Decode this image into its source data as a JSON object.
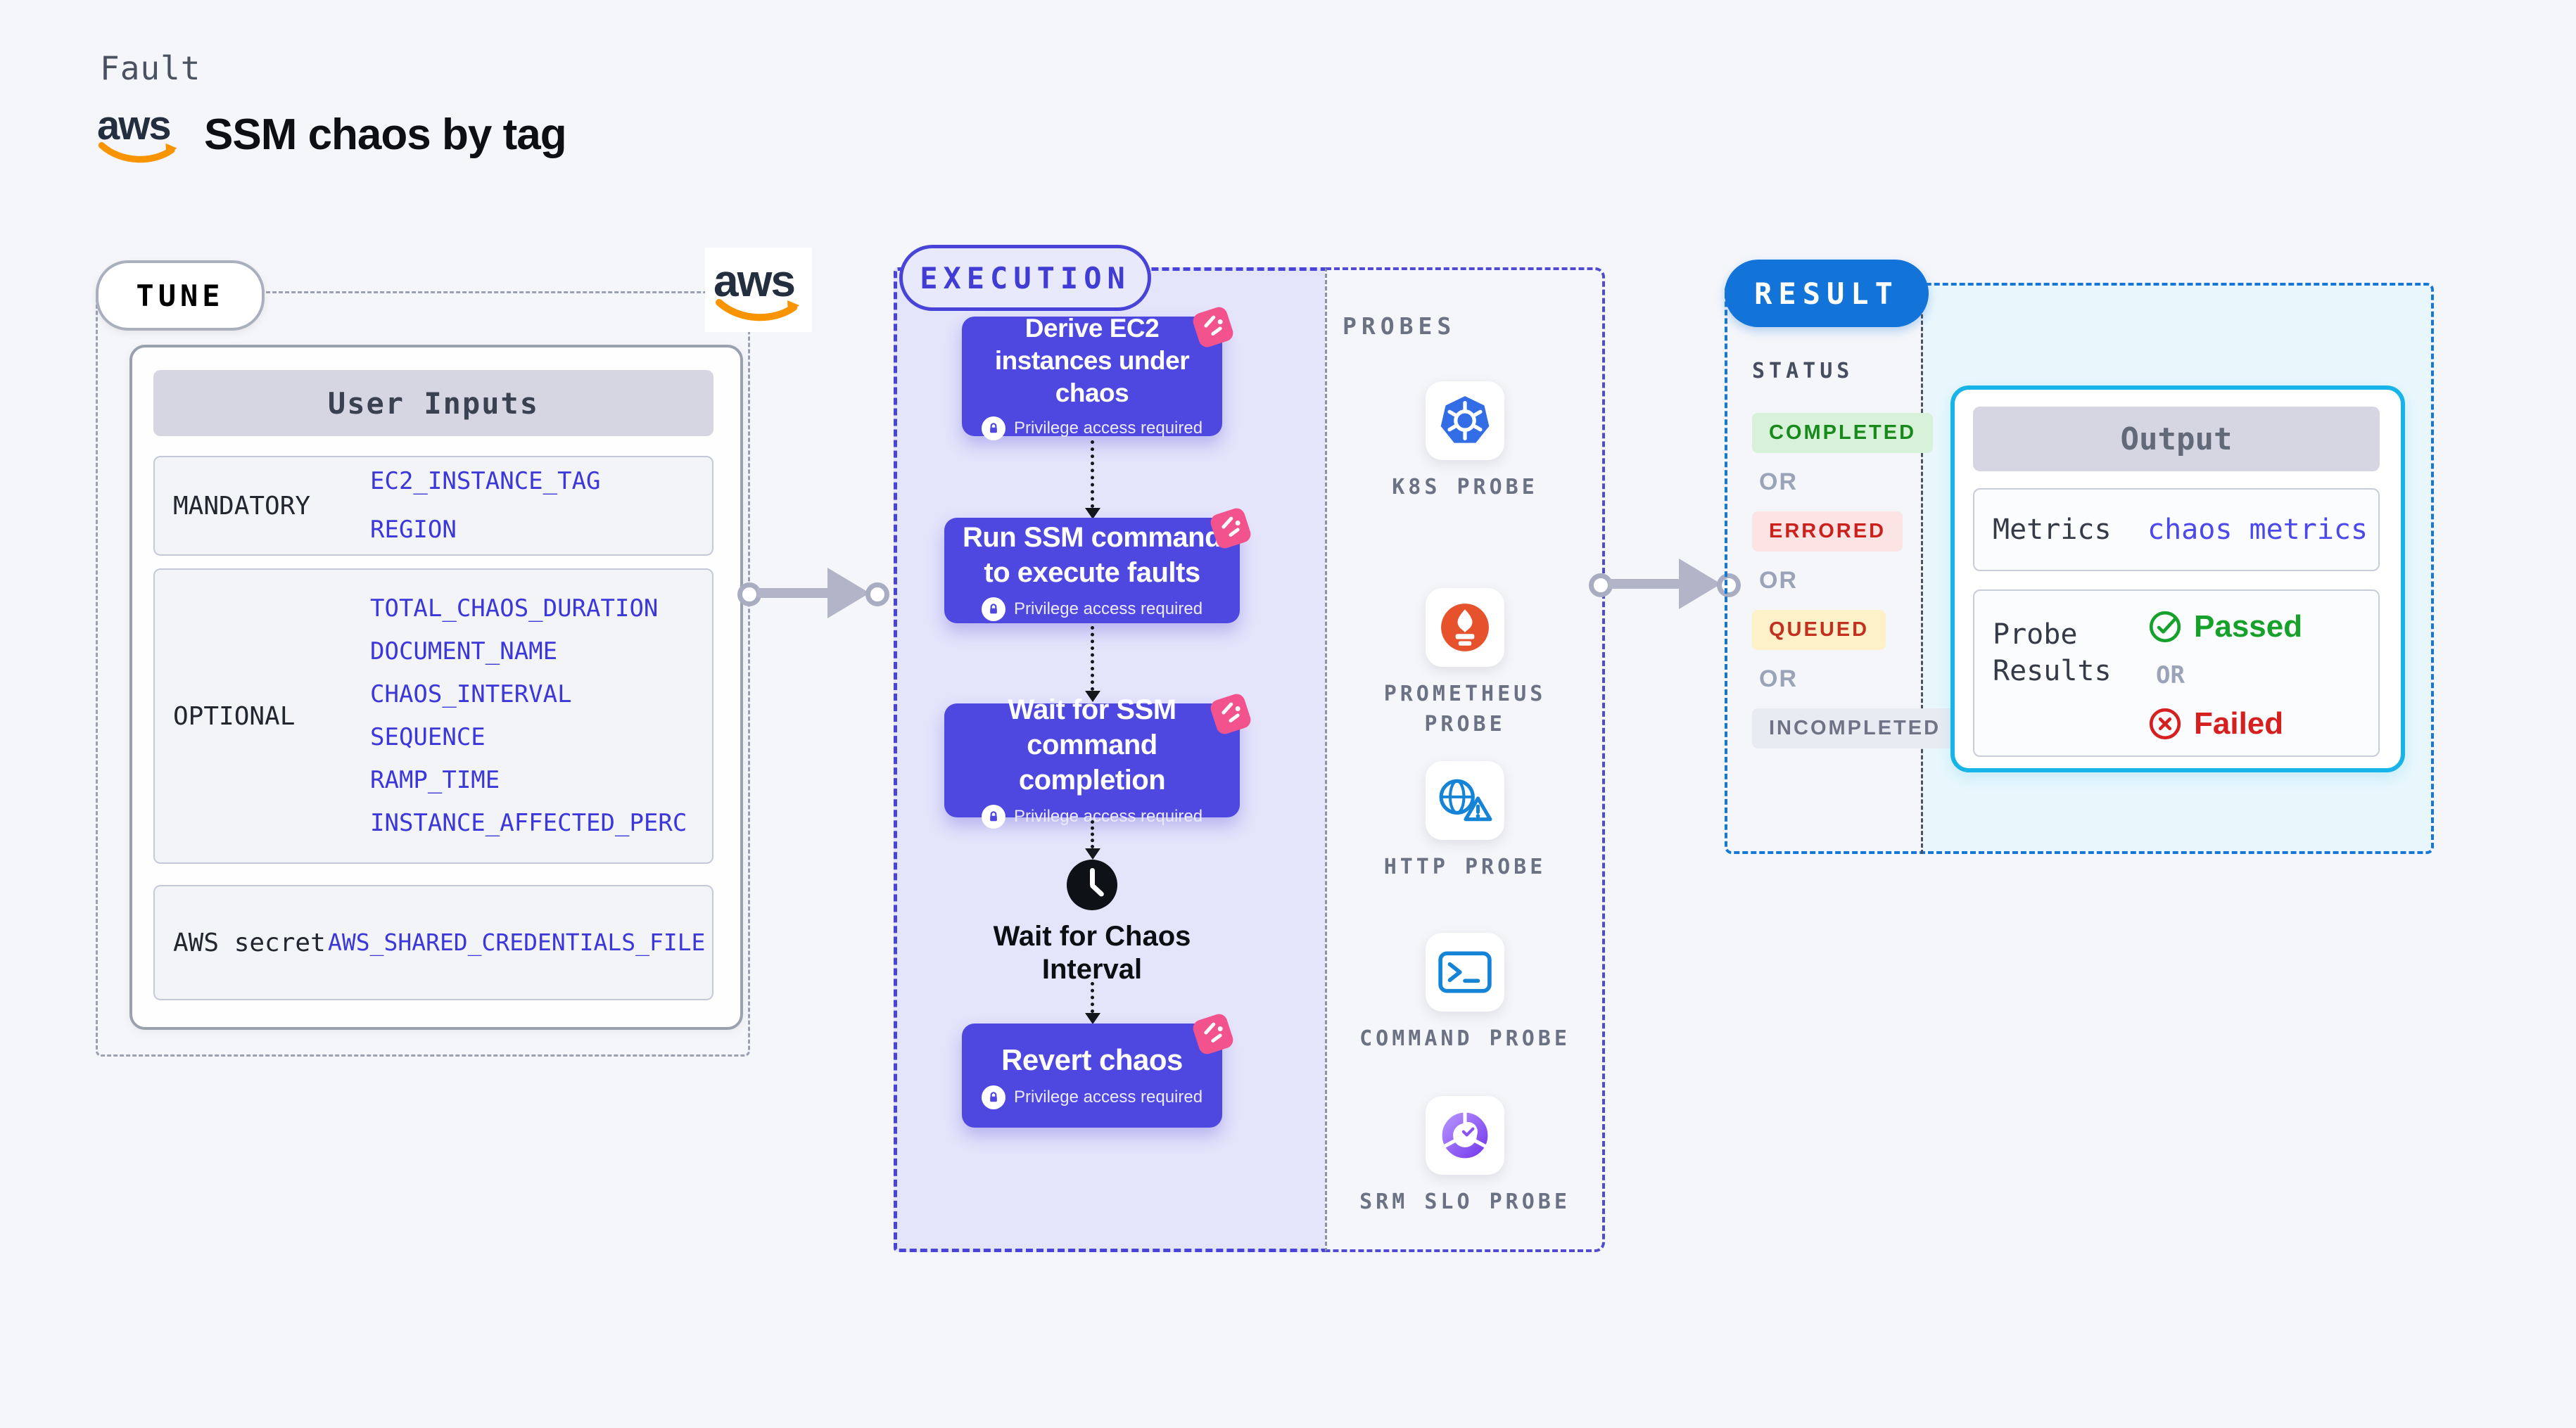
{
  "header": {
    "kicker": "Fault",
    "title": "SSM chaos by tag",
    "aws_word": "aws"
  },
  "tune": {
    "label": "TUNE",
    "card_header": "User Inputs",
    "rows": [
      {
        "label": "MANDATORY",
        "values": [
          "EC2_INSTANCE_TAG",
          "REGION"
        ]
      },
      {
        "label": "OPTIONAL",
        "values": [
          "TOTAL_CHAOS_DURATION",
          "DOCUMENT_NAME",
          "CHAOS_INTERVAL",
          "SEQUENCE",
          "RAMP_TIME",
          "INSTANCE_AFFECTED_PERC"
        ]
      },
      {
        "label": "AWS secret",
        "values": [
          "AWS_SHARED_CREDENTIALS_FILE"
        ]
      }
    ]
  },
  "execution": {
    "label": "EXECUTION",
    "privilege": "Privilege access required",
    "steps": [
      "Derive EC2 instances under chaos",
      "Run SSM command to execute faults",
      "Wait for SSM command completion",
      "Revert chaos"
    ],
    "wait_label": "Wait for Chaos Interval"
  },
  "probes": {
    "label": "PROBES",
    "items": [
      {
        "label": "K8S PROBE",
        "icon": "kubernetes-icon"
      },
      {
        "label": "PROMETHEUS PROBE",
        "icon": "prometheus-icon"
      },
      {
        "label": "HTTP PROBE",
        "icon": "globe-alert-icon"
      },
      {
        "label": "COMMAND PROBE",
        "icon": "terminal-icon"
      },
      {
        "label": "SRM SLO PROBE",
        "icon": "slo-donut-icon"
      }
    ]
  },
  "result": {
    "label": "RESULT",
    "status_label": "STATUS",
    "or": "OR",
    "statuses": [
      {
        "text": "COMPLETED",
        "css": "background:#d8f1d9;color:#188a1c"
      },
      {
        "text": "ERRORED",
        "css": "background:#fbe4e3;color:#cb211d"
      },
      {
        "text": "QUEUED",
        "css": "background:#fdf1ca;color:#c2301f"
      },
      {
        "text": "INCOMPLETED",
        "css": "background:#e9ebf2;color:#6e7486"
      }
    ],
    "output": {
      "header": "Output",
      "metrics_label": "Metrics",
      "metrics_value": "chaos metrics",
      "probe_results_label": "Probe Results",
      "passed": "Passed",
      "or": "OR",
      "failed": "Failed"
    }
  },
  "colors": {
    "page_bg": "#f5f6fa",
    "step_indigo": "#4f48e0",
    "execution_panel": "#e4e4fb",
    "dashed_indigo": "#4844d8",
    "pink_badge": "#f2538c",
    "result_blue": "#1273d8",
    "cyan_border": "#18b3e8",
    "cyan_panel": "#e9f7fd",
    "aws_orange": "#f79400",
    "value_indigo": "#3b37d9"
  }
}
